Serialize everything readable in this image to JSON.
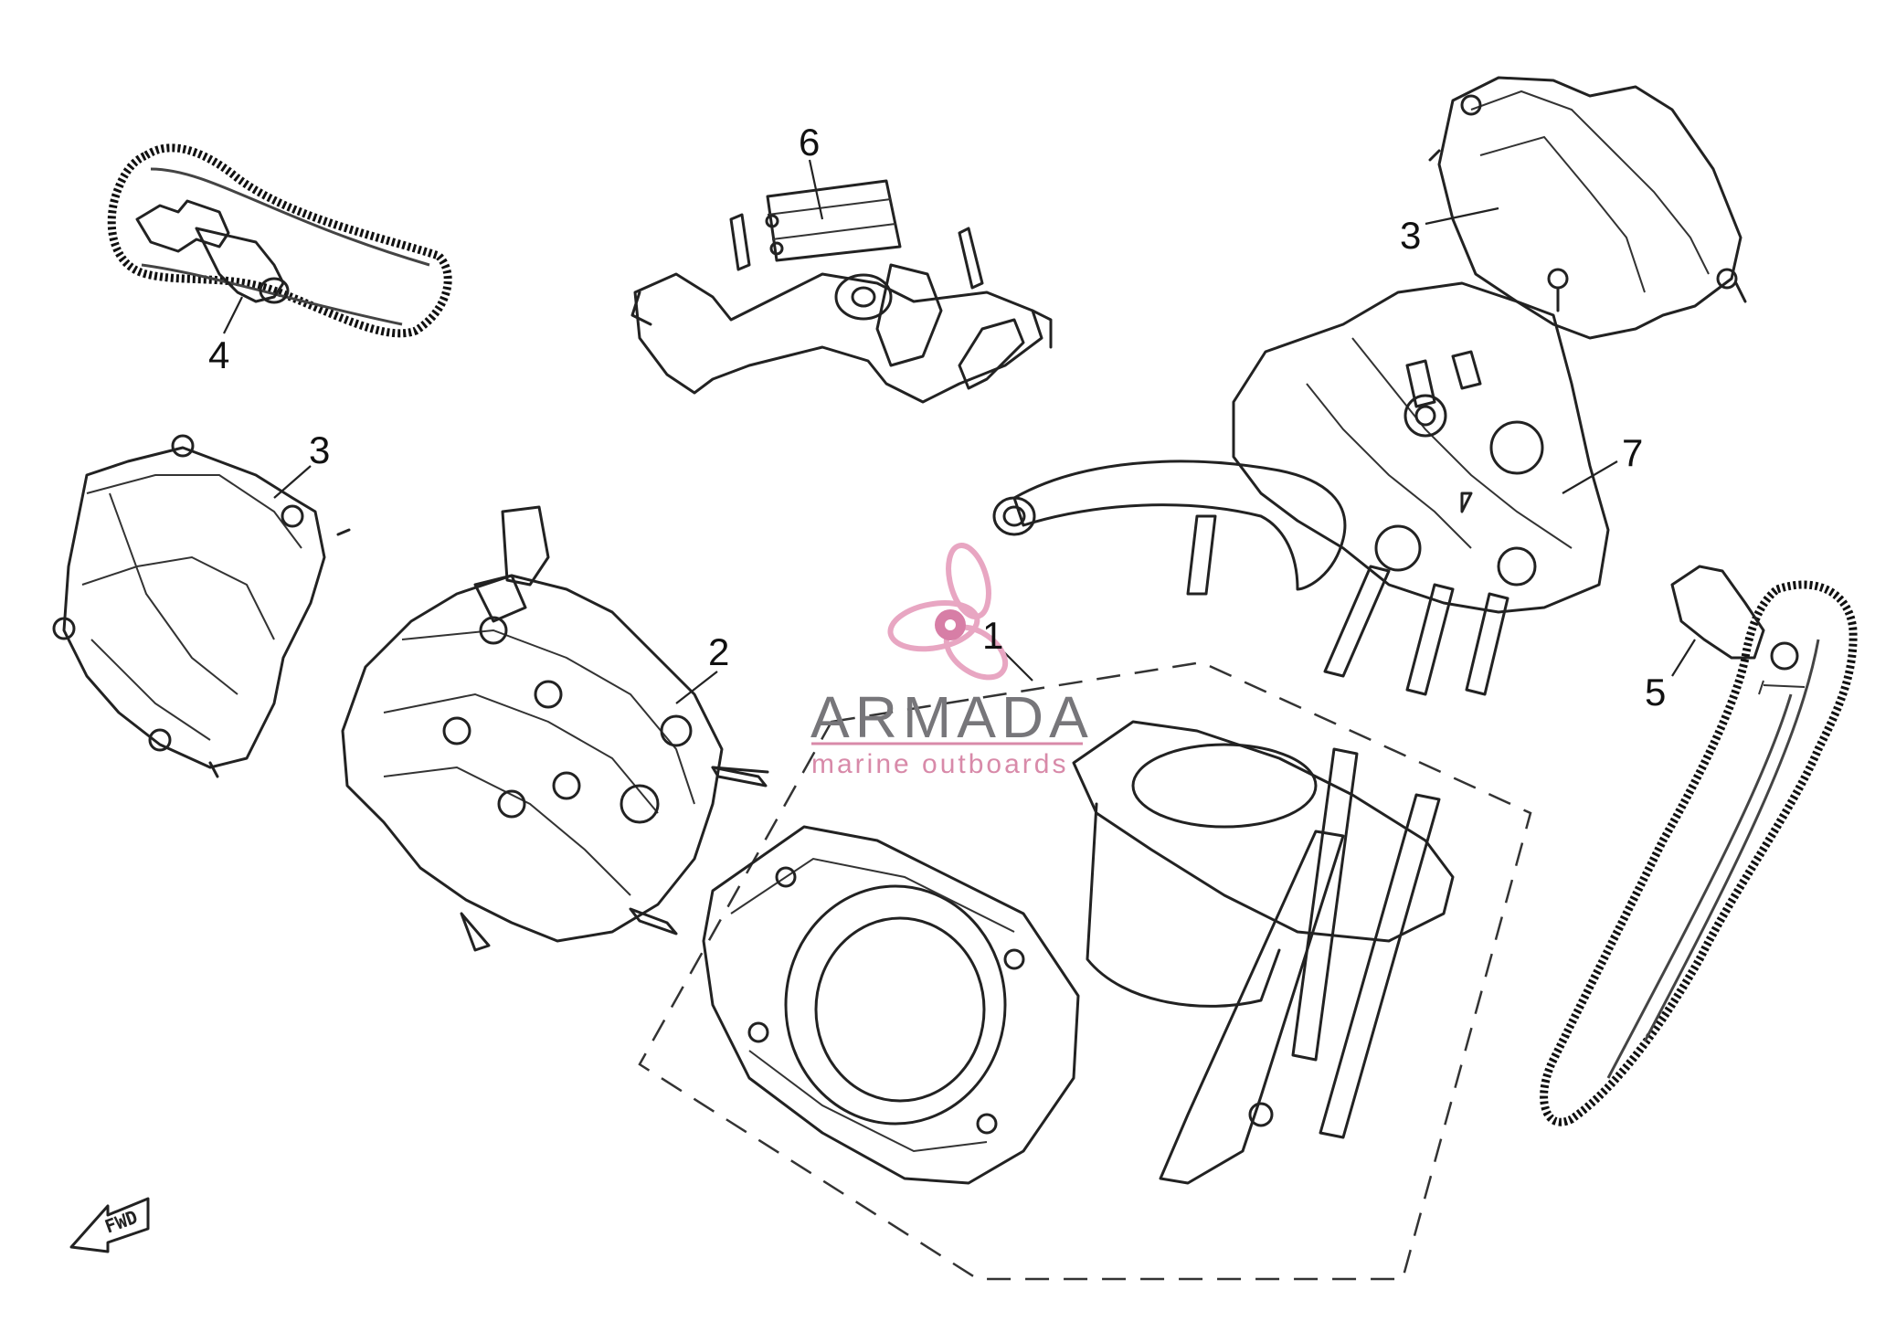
{
  "diagram": {
    "callouts": [
      {
        "id": "1",
        "label": "1"
      },
      {
        "id": "2",
        "label": "2"
      },
      {
        "id": "3a",
        "label": "3"
      },
      {
        "id": "3b",
        "label": "3"
      },
      {
        "id": "4",
        "label": "4"
      },
      {
        "id": "5",
        "label": "5"
      },
      {
        "id": "6",
        "label": "6"
      },
      {
        "id": "7",
        "label": "7"
      }
    ],
    "direction_marker": "FWD"
  },
  "watermark": {
    "brand": "ARMADA",
    "tagline": "marine outboards",
    "colors": {
      "logo": "#e8a6c2",
      "logo_dark": "#d77ea6",
      "text": "#77767a"
    }
  }
}
